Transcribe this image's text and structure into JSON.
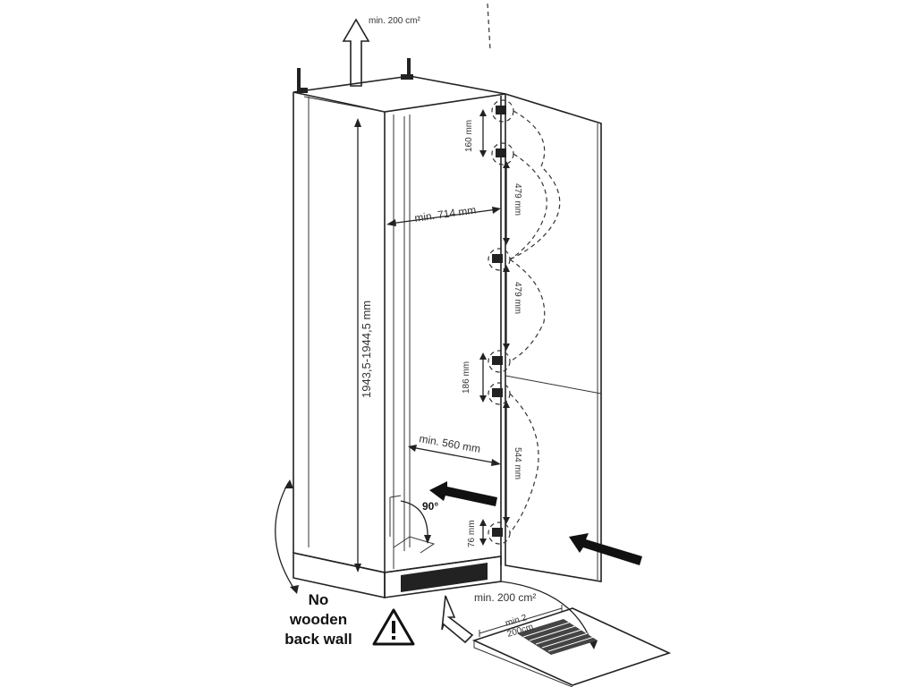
{
  "labels": {
    "vent_top": "min. 200 cm²",
    "vent_bottom": "min. 200 cm²",
    "height": "1943,5-1944,5 mm",
    "depth_top": "min. 714 mm",
    "depth_bottom": "min. 560 mm",
    "angle": "90°",
    "hinge_1": "160 mm",
    "hinge_2": "479 mm",
    "hinge_3": "479 mm",
    "hinge_4": "186 mm",
    "hinge_5": "544 mm",
    "hinge_6": "76 mm",
    "plinth_min": "min 2",
    "plinth_area": "200cm",
    "warning_line1": "No",
    "warning_line2": "wooden",
    "warning_line3": "back wall"
  },
  "icons": {
    "warning": "warning-triangle-icon",
    "vent_arrow": "up-arrow-icon",
    "push_arrow": "push-arrow-icon"
  }
}
